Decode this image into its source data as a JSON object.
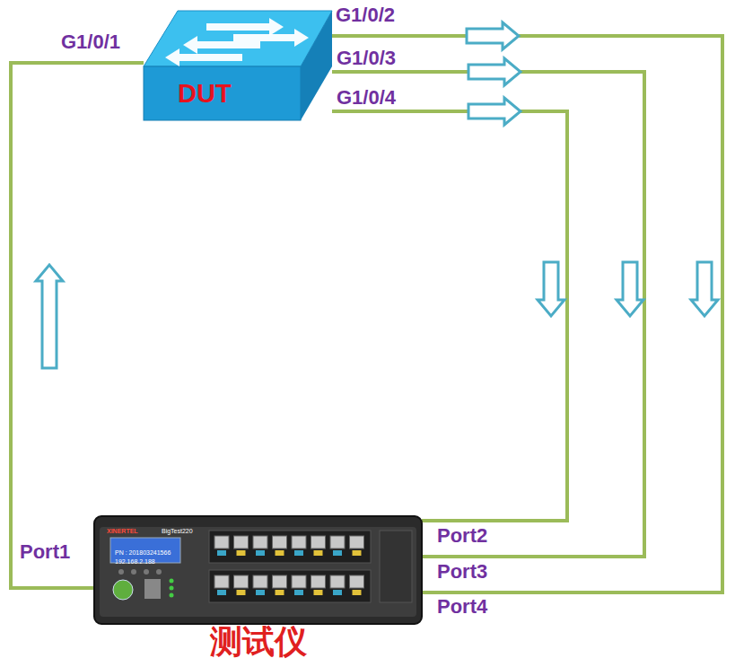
{
  "diagram": {
    "nodes": [
      {
        "text": [
          "DUT"
        ]
      },
      {
        "text": [
          "测试仪"
        ]
      }
    ],
    "edges": [
      {
        "from": 1,
        "to": 0,
        "arrow": "to"
      },
      {
        "from": 0,
        "to": 1,
        "arrow": "to"
      },
      {
        "from": 0,
        "to": 1,
        "arrow": "to"
      },
      {
        "from": 0,
        "to": 1,
        "arrow": "to"
      }
    ],
    "labels": [
      "G1/0/1",
      "G1/0/2",
      "G1/0/3",
      "G1/0/4",
      "Port2",
      "Port3",
      "Port4",
      "Port1",
      "XINERTEL",
      "BigTest220",
      "PN : 201803241566",
      "192.168.2.188"
    ]
  }
}
